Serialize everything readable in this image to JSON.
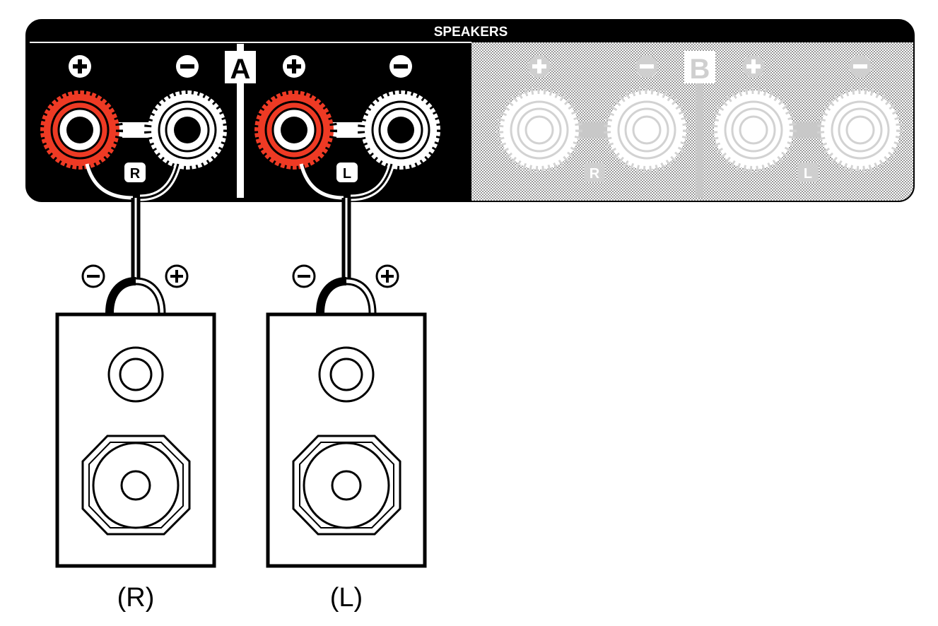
{
  "panel": {
    "title": "SPEAKERS",
    "section_a": "A",
    "section_b": "B"
  },
  "channels": {
    "a_right": "R",
    "a_left": "L",
    "b_right": "R",
    "b_left": "L"
  },
  "speakers": {
    "right_label": "(R)",
    "left_label": "(L)"
  },
  "colors": {
    "panel": "#000000",
    "positive_terminal": "#ee3a24",
    "negative_terminal": "#ffffff",
    "disabled_section": "#d0d0d0"
  },
  "icons": {
    "positive": "plus-circle-icon",
    "negative": "minus-circle-icon"
  }
}
